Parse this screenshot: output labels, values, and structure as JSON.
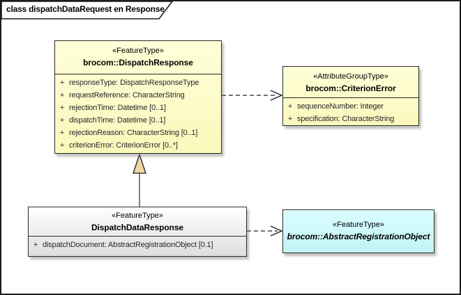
{
  "frame": {
    "label": "class dispatchDataRequest en Response"
  },
  "colors": {
    "feature_fill_top": "#FFFFD9",
    "feature_fill_bottom": "#FBF8BB",
    "gray_fill_top": "#FFFFFF",
    "gray_fill_bottom": "#DEDEDE",
    "cyan_fill_top": "#DAFEFF",
    "cyan_fill_bottom": "#C2F3F6",
    "box_border": "#2B2B22",
    "attr_text": "#26262B",
    "triangle_fill": "#F0D5A5",
    "connector_color": "#1d1d1d"
  },
  "classes": {
    "dispatch_response": {
      "stereotype": "«FeatureType»",
      "name": "brocom::DispatchResponse",
      "attributes": [
        {
          "vis": "+",
          "text": "responseType: DispatchResponseType"
        },
        {
          "vis": "+",
          "text": "requestReference: CharacterString"
        },
        {
          "vis": "+",
          "text": "rejectionTime: Datetime [0..1]"
        },
        {
          "vis": "+",
          "text": "dispatchTime: Datetime [0..1]"
        },
        {
          "vis": "+",
          "text": "rejectionReason: CharacterString [0..1]"
        },
        {
          "vis": "+",
          "text": "criterionError: CriterionError [0..*]"
        }
      ]
    },
    "criterion_error": {
      "stereotype": "«AttributeGroupType»",
      "name": "brocom::CriterionError",
      "attributes": [
        {
          "vis": "+",
          "text": "sequenceNumber: Integer"
        },
        {
          "vis": "+",
          "text": "specification: CharacterString"
        }
      ]
    },
    "dispatch_data_response": {
      "stereotype": "«FeatureType»",
      "name": "DispatchDataResponse",
      "attributes": [
        {
          "vis": "+",
          "text": "dispatchDocument: AbstractRegistrationObject [0.1]"
        }
      ]
    },
    "abstract_registration_object": {
      "stereotype": "«FeatureType»",
      "name": "brocom::AbstractRegistrationObject"
    }
  },
  "connectors": [
    {
      "type": "dependency",
      "from": "brocom::DispatchResponse",
      "to": "brocom::CriterionError",
      "style": "dashed-open-arrow"
    },
    {
      "type": "generalization",
      "from": "DispatchDataResponse",
      "to": "brocom::DispatchResponse",
      "style": "solid-hollow-triangle"
    },
    {
      "type": "dependency",
      "from": "DispatchDataResponse",
      "to": "brocom::AbstractRegistrationObject",
      "style": "dashed-open-arrow"
    }
  ]
}
